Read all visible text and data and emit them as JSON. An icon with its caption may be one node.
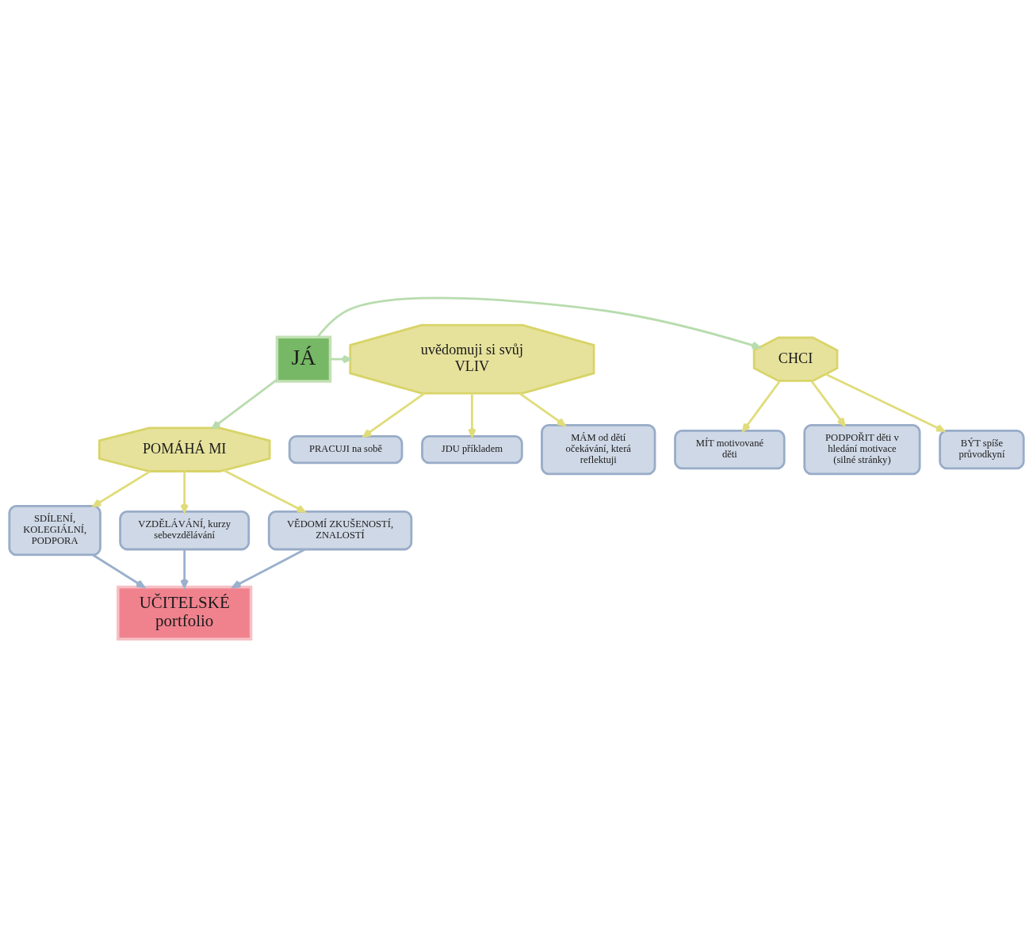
{
  "diagram": {
    "nodes": [
      {
        "text": [
          "JÁ"
        ]
      },
      {
        "text": [
          "CHCI"
        ]
      },
      {
        "text": [
          "uvědomuji si svůj",
          "VLIV"
        ]
      },
      {
        "text": [
          "POMÁHÁ MI"
        ]
      },
      {
        "text": [
          "BÝT spíše průvodkyní"
        ]
      },
      {
        "text": [
          "MÍT motivované děti"
        ]
      },
      {
        "text": [
          "PODPOŘIT děti v hledání motivace (silné stránky)"
        ]
      },
      {
        "text": [
          "MÁM od dětí očekávání, která reflektuji"
        ]
      },
      {
        "text": [
          "PRACUJI na sobě"
        ]
      },
      {
        "text": [
          "JDU příkladem"
        ]
      },
      {
        "text": [
          "SDÍLENÍ, KOLEGIÁLNÍ, PODPORA"
        ]
      },
      {
        "text": [
          "VZDĚLÁVÁNÍ, kurzy sebevzdělávání"
        ]
      },
      {
        "text": [
          "VĚDOMÍ ZKUŠENOSTÍ, ZNALOSTÍ"
        ]
      },
      {
        "text": [
          "UČITELSKÉ portfolio"
        ]
      }
    ],
    "edges": [
      {
        "from": 0,
        "to": 1,
        "arrow": "to",
        "color": "#b8dcae"
      },
      {
        "from": 0,
        "to": 2,
        "arrow": "to",
        "color": "#b8dcae"
      },
      {
        "from": 0,
        "to": 3,
        "arrow": "to",
        "color": "#b8dcae"
      },
      {
        "from": 1,
        "to": 4,
        "arrow": "to"
      },
      {
        "from": 1,
        "to": 5,
        "arrow": "to"
      },
      {
        "from": 1,
        "to": 6,
        "arrow": "to"
      },
      {
        "from": 2,
        "to": 7,
        "arrow": "to"
      },
      {
        "from": 2,
        "to": 8,
        "arrow": "to"
      },
      {
        "from": 2,
        "to": 9,
        "arrow": "to"
      },
      {
        "from": 3,
        "to": 10,
        "arrow": "to"
      },
      {
        "from": 3,
        "to": 11,
        "arrow": "to"
      },
      {
        "from": 3,
        "to": 12,
        "arrow": "to"
      },
      {
        "from": 10,
        "to": 13,
        "arrow": "to",
        "color": "#9ab0cc"
      },
      {
        "from": 11,
        "to": 13,
        "arrow": "to",
        "color": "#9ab0cc"
      },
      {
        "from": 12,
        "to": 13,
        "arrow": "to",
        "color": "#9ab0cc"
      }
    ]
  }
}
